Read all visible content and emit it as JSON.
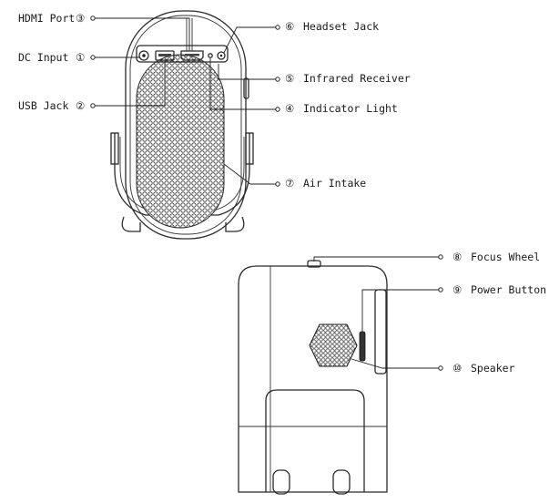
{
  "diagram": {
    "front_view": {
      "callouts": [
        {
          "id": "hdmi-port",
          "label": "HDMI Port",
          "number": "③"
        },
        {
          "id": "dc-input",
          "label": "DC Input",
          "number": "①"
        },
        {
          "id": "usb-jack",
          "label": "USB Jack",
          "number": "②"
        },
        {
          "id": "headset-jack",
          "label": "Headset Jack",
          "number": "⑥"
        },
        {
          "id": "infrared-receiver",
          "label": "Infrared Receiver",
          "number": "⑤"
        },
        {
          "id": "indicator-light",
          "label": "Indicator Light",
          "number": "④"
        },
        {
          "id": "air-intake",
          "label": "Air Intake",
          "number": "⑦"
        }
      ]
    },
    "side_view": {
      "callouts": [
        {
          "id": "focus-wheel",
          "label": "Focus Wheel",
          "number": "⑧"
        },
        {
          "id": "power-button",
          "label": "Power Button",
          "number": "⑨"
        },
        {
          "id": "speaker",
          "label": "Speaker",
          "number": "⑩"
        }
      ]
    }
  }
}
